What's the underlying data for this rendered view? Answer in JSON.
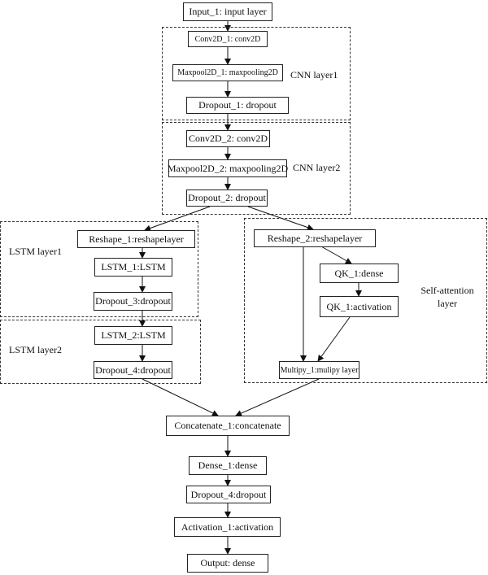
{
  "nodes": {
    "input": "Input_1: input layer",
    "conv1": "Conv2D_1: conv2D",
    "maxpool1": "Maxpool2D_1: maxpooling2D",
    "dropout1": "Dropout_1: dropout",
    "conv2": "Conv2D_2: conv2D",
    "maxpool2": "Maxpool2D_2: maxpooling2D",
    "dropout2": "Dropout_2: dropout",
    "reshape1": "Reshape_1:reshapelayer",
    "lstm1": "LSTM_1:LSTM",
    "dropout3": "Dropout_3:dropout",
    "lstm2": "LSTM_2:LSTM",
    "dropout4a": "Dropout_4:dropout",
    "reshape2": "Reshape_2:reshapelayer",
    "qk_dense": "QK_1:dense",
    "qk_act": "QK_1:activation",
    "multiply": "Multipy_1:mulipy layer",
    "concat": "Concatenate_1:concatenate",
    "dense1": "Dense_1:dense",
    "dropout4b": "Dropout_4:dropout",
    "activation1": "Activation_1:activation",
    "output": "Output: dense"
  },
  "groups": {
    "cnn1": "CNN layer1",
    "cnn2": "CNN layer2",
    "lstm1": "LSTM layer1",
    "lstm2": "LSTM layer2",
    "attn_line1": "Self-attention",
    "attn_line2": "layer"
  }
}
